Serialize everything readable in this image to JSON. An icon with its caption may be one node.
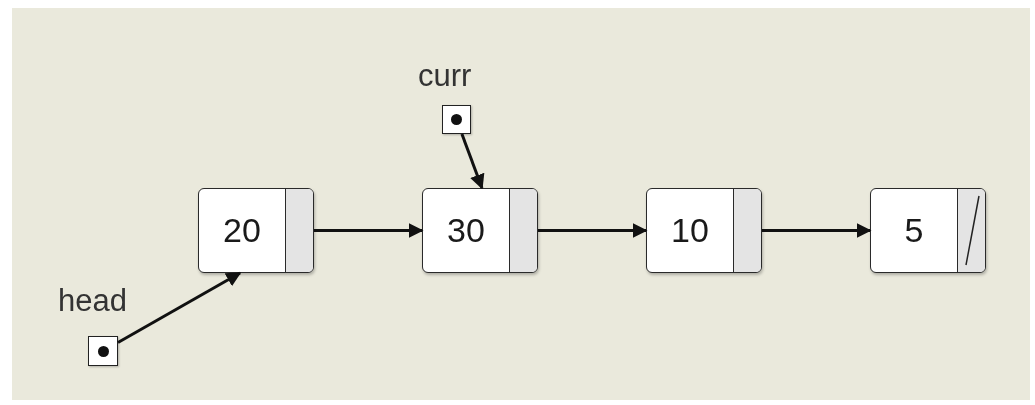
{
  "diagram": {
    "nodes": [
      {
        "text": [
          "head"
        ]
      },
      {
        "text": [
          "curr"
        ]
      },
      {
        "text": [
          "20"
        ]
      },
      {
        "text": [
          "30"
        ]
      },
      {
        "text": [
          "10"
        ]
      },
      {
        "text": [
          "5"
        ]
      }
    ],
    "edges": [
      {
        "from": 0,
        "to": 2,
        "arrow": "to"
      },
      {
        "from": 1,
        "to": 3,
        "arrow": "to"
      },
      {
        "from": 2,
        "to": 3,
        "arrow": "to"
      },
      {
        "from": 3,
        "to": 4,
        "arrow": "to"
      },
      {
        "from": 4,
        "to": 5,
        "arrow": "to"
      }
    ]
  }
}
